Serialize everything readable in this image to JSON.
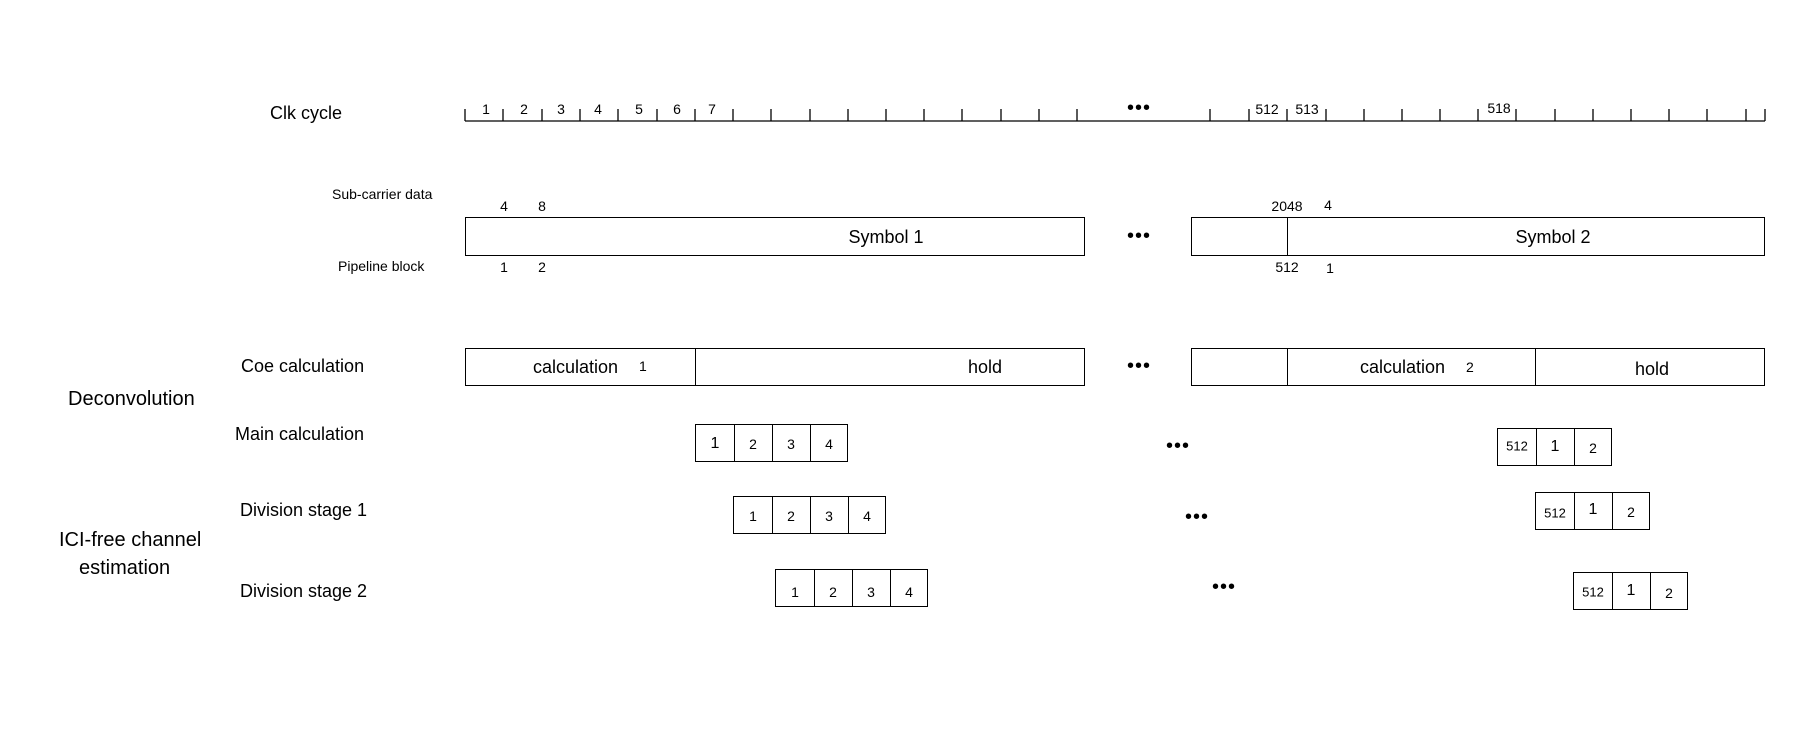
{
  "row_labels": {
    "clk_cycle": "Clk cycle",
    "sub_carrier": "Sub-carrier data",
    "pipeline_block": "Pipeline block",
    "coe_calc": "Coe calculation",
    "deconvolution": "Deconvolution",
    "main_calc": "Main calculation",
    "div_stage1": "Division stage 1",
    "ici_line1": "ICI-free channel",
    "ici_line2": "estimation",
    "div_stage2": "Division stage 2"
  },
  "clk_ticks": [
    "1",
    "2",
    "3",
    "4",
    "5",
    "6",
    "7",
    "512",
    "513",
    "518"
  ],
  "ellipsis": "•••",
  "sub_carrier_marks": [
    "4",
    "8",
    "2048",
    "4"
  ],
  "pipeline_marks": [
    "1",
    "2",
    "512",
    "1"
  ],
  "symbols": {
    "s1": "Symbol 1",
    "s2": "Symbol 2"
  },
  "coe": {
    "calc_label": "calculation",
    "calc_num_1": "1",
    "hold": "hold",
    "calc_num_2": "2"
  },
  "main_cells_a": [
    "1",
    "2",
    "3",
    "4"
  ],
  "main_cells_b": [
    "512",
    "1",
    "2"
  ],
  "div1_cells_a": [
    "1",
    "2",
    "3",
    "4"
  ],
  "div1_cells_b": [
    "512",
    "1",
    "2"
  ],
  "div2_cells_a": [
    "1",
    "2",
    "3",
    "4"
  ],
  "div2_cells_b": [
    "512",
    "1",
    "2"
  ]
}
